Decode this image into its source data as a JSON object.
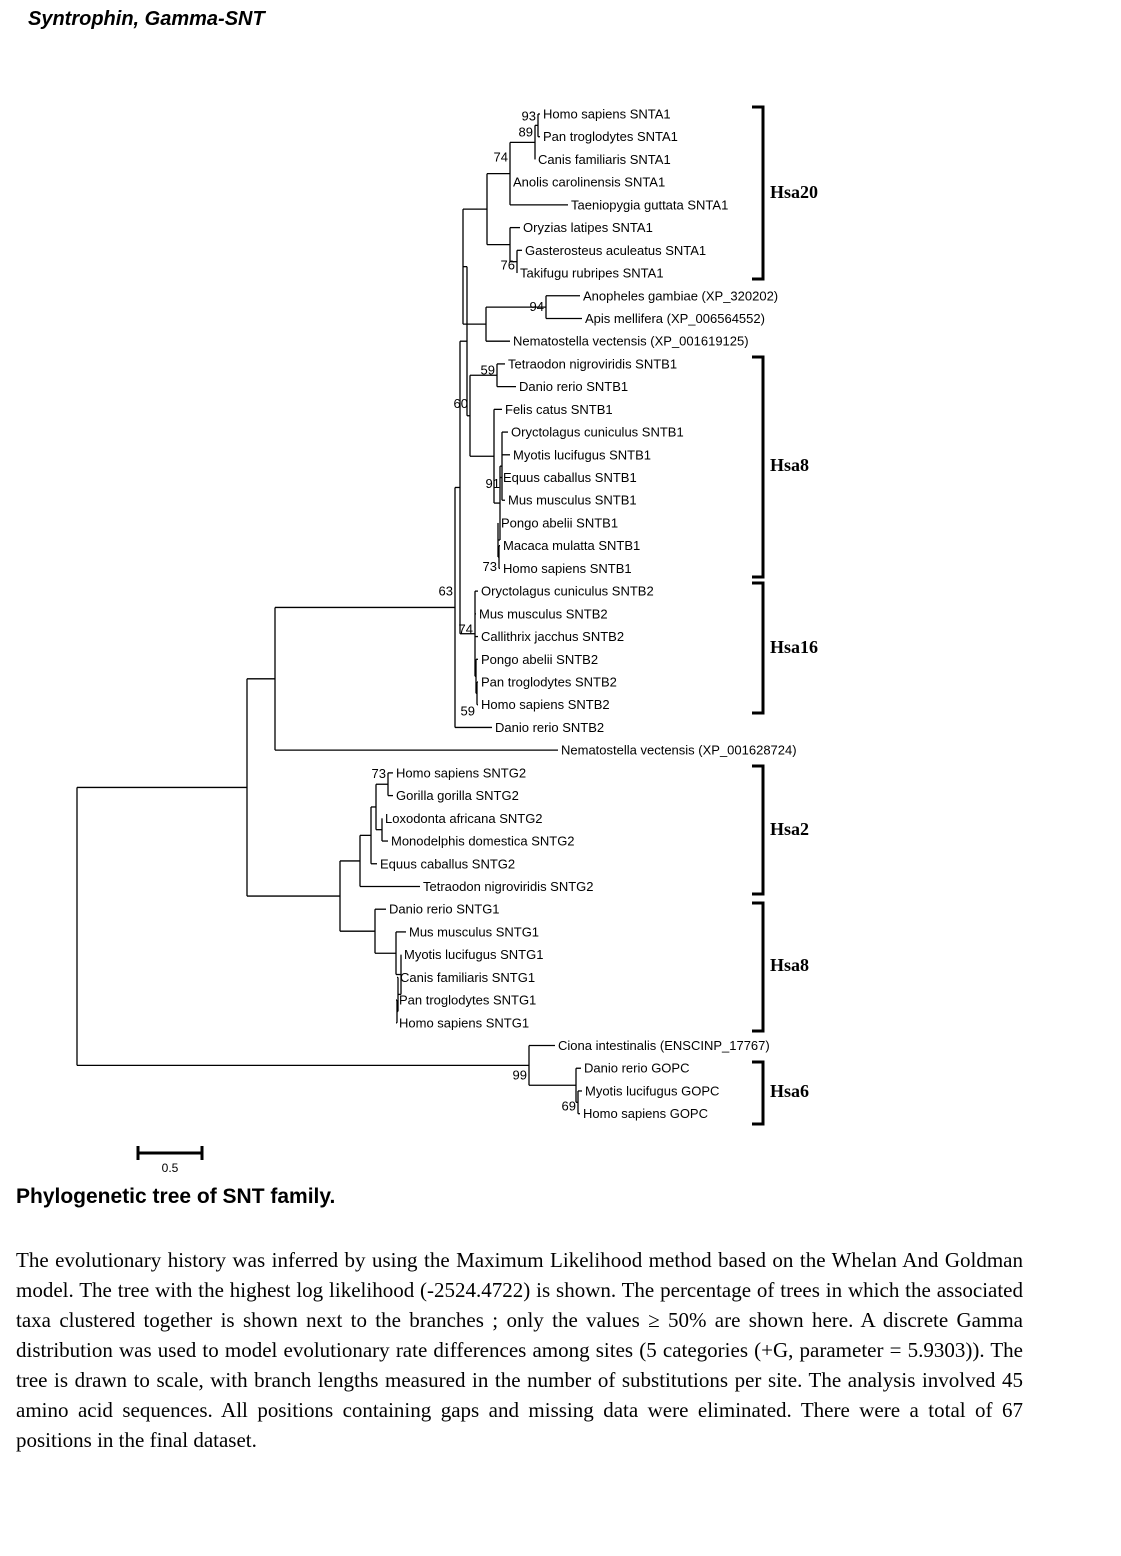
{
  "header": {
    "title": "Syntrophin, Gamma-SNT"
  },
  "tree": {
    "leaves": [
      "Homo sapiens SNTA1",
      "Pan troglodytes SNTA1",
      "Canis familiaris SNTA1",
      "Anolis carolinensis SNTA1",
      "Taeniopygia guttata SNTA1",
      "Oryzias latipes SNTA1",
      "Gasterosteus aculeatus SNTA1",
      "Takifugu rubripes SNTA1",
      "Anopheles gambiae (XP_320202)",
      "Apis mellifera (XP_006564552)",
      "Nematostella vectensis (XP_001619125)",
      "Tetraodon nigroviridis SNTB1",
      "Danio rerio SNTB1",
      "Felis catus SNTB1",
      "Oryctolagus cuniculus SNTB1",
      "Myotis lucifugus SNTB1",
      "Equus caballus SNTB1",
      "Mus musculus SNTB1",
      "Pongo abelii SNTB1",
      "Macaca mulatta SNTB1",
      "Homo sapiens SNTB1",
      "Oryctolagus cuniculus SNTB2",
      "Mus musculus SNTB2",
      "Callithrix jacchus SNTB2",
      "Pongo abelii SNTB2",
      "Pan troglodytes SNTB2",
      "Homo sapiens SNTB2",
      "Danio rerio SNTB2",
      "Nematostella vectensis (XP_001628724)",
      "Homo sapiens SNTG2",
      "Gorilla gorilla SNTG2",
      "Loxodonta africana SNTG2",
      "Monodelphis domestica SNTG2",
      "Equus caballus SNTG2",
      "Tetraodon nigroviridis SNTG2",
      "Danio rerio SNTG1",
      "Mus musculus SNTG1",
      "Myotis lucifugus SNTG1",
      "Canis familiaris SNTG1",
      "Pan troglodytes SNTG1",
      "Homo sapiens SNTG1",
      "Ciona intestinalis (ENSCINP_17767)",
      "Danio rerio GOPC",
      "Myotis lucifugus GOPC",
      "Homo sapiens GOPC"
    ],
    "bootstrap": [
      "93",
      "89",
      "74",
      "76",
      "94",
      "59",
      "60",
      "91",
      "73",
      "63",
      "74",
      "59",
      "73",
      "99",
      "69"
    ],
    "groups": [
      "Hsa20",
      "Hsa8",
      "Hsa16",
      "Hsa2",
      "Hsa8",
      "Hsa6"
    ],
    "scale_label": "0.5"
  },
  "caption": {
    "title": "Phylogenetic tree of SNT family.",
    "text": "The evolutionary history was inferred by using the Maximum Likelihood method based on the Whelan And Goldman model. The tree with the highest log likelihood (-2524.4722) is shown. The percentage of trees in which the associated taxa clustered together is shown next to the branches ; only the values ≥ 50% are shown here. A discrete Gamma distribution was used to model evolutionary rate differences among sites (5 categories (+G, parameter = 5.9303)). The tree is drawn to scale, with branch lengths measured in the number of substitutions per site. The analysis involved 45 amino acid sequences. All positions containing gaps and missing data were eliminated. There were a total of 67 positions in the final dataset."
  }
}
